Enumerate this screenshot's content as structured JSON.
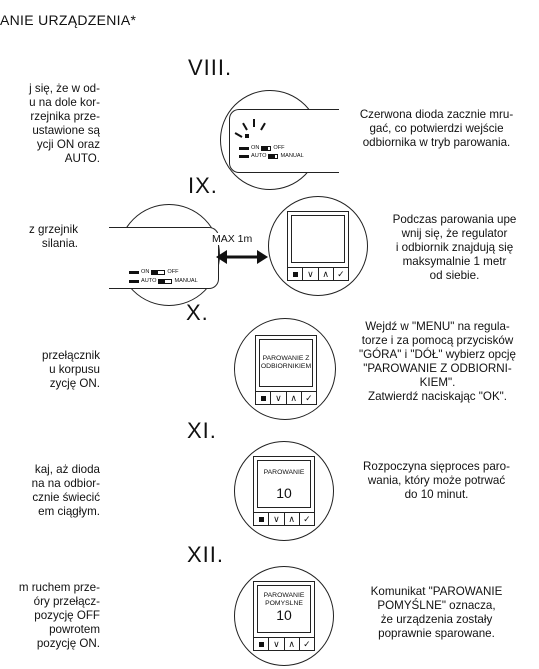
{
  "header": {
    "title": "ANIE URZĄDZENIA*"
  },
  "left": [
    "j się, że w od-\nu na dole kor-\nrzejnika prze-\n ustawione są\nycji ON oraz\nAUTO.",
    "z grzejnik\nsilania.",
    "przełącznik\nu korpusu\nzycję ON.",
    "kaj, aż dioda\nna na odbior-\ncznie świecić\nem ciągłym.",
    "m ruchem prze-\nóry przełącz-\n pozycję OFF\npowrotem\npozycję ON."
  ],
  "steps": [
    {
      "roman": "VIII.",
      "text": "Czerwona dioda zacznie mru-\ngać, co potwierdzi wejście\nodbiornika w tryb parowania."
    },
    {
      "roman": "IX.",
      "text": "Podczas parowania upe\nwnij się, że regulator\ni odbiornik znajdują się\nmaksymalnie 1 metr\nod siebie."
    },
    {
      "roman": "X.",
      "text": "Wejdź w \"MENU\" na regula-\ntorze i za pomocą przycisków\n\"GÓRA\" i \"DÓŁ\" wybierz opcję\n\"PAROWANIE Z ODBIORNI-\nKIEM\".\nZatwierdź naciskając \"OK\"."
    },
    {
      "roman": "XI.",
      "text": "Rozpoczyna sięproces paro-\nwania, który może potrwać\ndo 10 minut."
    },
    {
      "roman": "XII.",
      "text": "Komunikat \"PAROWANIE\nPOMYŚLNE\" oznacza,\nże urządzenia zostały\npoprawnie sparowane."
    }
  ],
  "receiver": {
    "on": "ON",
    "off": "OFF",
    "auto": "AUTO",
    "manual": "MANUAL"
  },
  "distance": {
    "label": "MAX 1m"
  },
  "screens": {
    "x_text": "PAROWANIE Z\nODBIORNIKIEM",
    "xi_text": "PAROWANIE",
    "xi_value": "10",
    "xii_text": "PAROWANIE\nPOMYSLNE",
    "xii_value": "10"
  },
  "buttons": {
    "menu": "■",
    "down": "∨",
    "up": "∧",
    "ok": "✓"
  }
}
